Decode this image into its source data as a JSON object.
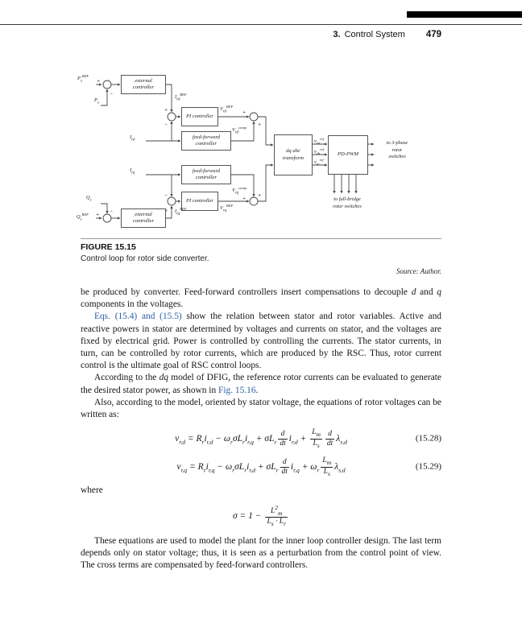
{
  "colors": {
    "link": "#2b5fa5",
    "bar": "#000000"
  },
  "header": {
    "chapter": "3.",
    "title": "Control System",
    "page": "479"
  },
  "figure": {
    "label": "FIGURE 15.15",
    "caption": "Control loop for rotor side converter.",
    "source": "Source: Author.",
    "blocks": {
      "external_controller": "external controller",
      "pi_controller": "PI controller",
      "feed_forward_controller": "feed-forward controller",
      "dq_abc": "dq abc",
      "transform": "transform",
      "pd_pwm": "PD-PWM"
    },
    "signals": {
      "ps_ref": {
        "b": "P",
        "s": "s",
        "p": "REF"
      },
      "ps": {
        "b": "P",
        "s": "s"
      },
      "ird_ref": {
        "b": "I",
        "s": "rd",
        "p": "REF"
      },
      "ird": {
        "b": "I",
        "s": "rd"
      },
      "vrd_ref": {
        "b": "V",
        "s": "rd",
        "p": "REF"
      },
      "vrd_comp": {
        "b": "V",
        "s": "rd",
        "p": "comp"
      },
      "irq": {
        "b": "I",
        "s": "rq"
      },
      "vrq_comp": {
        "b": "V",
        "s": "rq",
        "p": "comp"
      },
      "vrq_ref": {
        "b": "V",
        "s": "rq",
        "p": "REF"
      },
      "irq_ref": {
        "b": "I",
        "s": "rq",
        "p": "REF"
      },
      "qs": {
        "b": "Q",
        "s": "s"
      },
      "qs_ref": {
        "b": "Q",
        "s": "s",
        "p": "REF"
      },
      "vra_ref": {
        "b": "v",
        "s": "ra",
        "p": "ref"
      },
      "vrb_ref": {
        "b": "v",
        "s": "rb",
        "p": "ref"
      },
      "vrc_ref": {
        "b": "v",
        "s": "rc",
        "p": "ref"
      }
    },
    "annotations": {
      "to_three_phase": [
        "to 3-phase",
        "rotor",
        "switches"
      ],
      "to_full_bridge": [
        "to full-bridge",
        "rotor switches"
      ]
    },
    "signs": {
      "plus": "+",
      "minus": "−"
    }
  },
  "body": {
    "p1_pre": "be produced by converter. Feed-forward controllers insert compensations to decouple ",
    "p1_d": "d",
    "p1_and": " and ",
    "p1_q": "q",
    "p1_post": " components in the voltages.",
    "p2_link": "Eqs. (15.4) and (15.5)",
    "p2_rest": " show the relation between stator and rotor variables. Active and reactive powers in stator are determined by voltages and currents on stator, and the voltages are fixed by electrical grid. Power is controlled by controlling the currents. The stator currents, in turn, can be controlled by rotor currents, which are produced by the RSC. Thus, rotor current control is the ultimate goal of RSC control loops.",
    "p3_pre": "According to the ",
    "p3_em": "dq",
    "p3_mid": " model of DFIG, the reference rotor currents can be evaluated to generate the desired stator power, as shown in ",
    "p3_link": "Fig. 15.16",
    "p3_end": ".",
    "p4": "Also, according to the model, oriented by stator voltage, the equations of rotor voltages can be written as:",
    "where": "where",
    "p5": "These equations are used to model the plant for the inner loop controller design. The last term depends only on stator voltage; thus, it is seen as a perturbation from the control point of view. The cross terms are compensated by feed-forward controllers."
  },
  "equations": {
    "eq28": {
      "html": "v<sub>r,d</sub> = R<sub>r</sub>i<sub>r,d</sub> − ω<sub>r</sub>σL<sub>r</sub>i<sub>r,q</sub> + σL<sub>r</sub><span class='frac'><span>d</span><span>dt</span></span>i<sub>r,d</sub> + <span class='frac'><span>L<sub>m</sub></span><span>L<sub>s</sub></span></span><span class='frac'><span>d</span><span>dt</span></span>λ<sub>s,d</sub>",
      "number": "(15.28)"
    },
    "eq29": {
      "html": "v<sub>r,q</sub> = R<sub>r</sub>i<sub>r,q</sub> − ω<sub>r</sub>σL<sub>r</sub>i<sub>r,d</sub> + σL<sub>r</sub><span class='frac'><span>d</span><span>dt</span></span>i<sub>r,q</sub> + ω<sub>r</sub><span class='frac'><span>L<sub>m</sub></span><span>L<sub>s</sub></span></span>λ<sub>s,d</sub>",
      "number": "(15.29)"
    },
    "sigma": {
      "html": "σ = 1 − <span class='frac'><span>L<sup>2</sup><sub>m</sub></span><span>L<sub>s</sub> · L<sub>r</sub></span></span>"
    }
  }
}
